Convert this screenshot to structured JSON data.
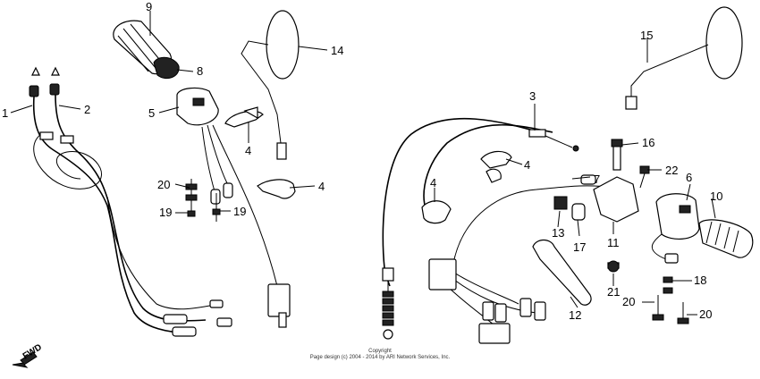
{
  "callouts": {
    "c1": "1",
    "c2": "2",
    "c3": "3",
    "c4a": "4",
    "c4b": "4",
    "c4c": "4",
    "c4d": "4",
    "c5": "5",
    "c6": "6",
    "c7": "7",
    "c8": "8",
    "c9": "9",
    "c10": "10",
    "c11": "11",
    "c12": "12",
    "c13": "13",
    "c14": "14",
    "c15": "15",
    "c16": "16",
    "c17": "17",
    "c18": "18",
    "c19a": "19",
    "c19b": "19",
    "c20a": "20",
    "c20b": "20",
    "c20c": "20",
    "c21": "21",
    "c22": "22"
  },
  "direction_label": "FWD",
  "copyright": {
    "line1": "Copyright",
    "line2": "Page design (c) 2004 - 2014 by ARI Network Services, Inc."
  }
}
